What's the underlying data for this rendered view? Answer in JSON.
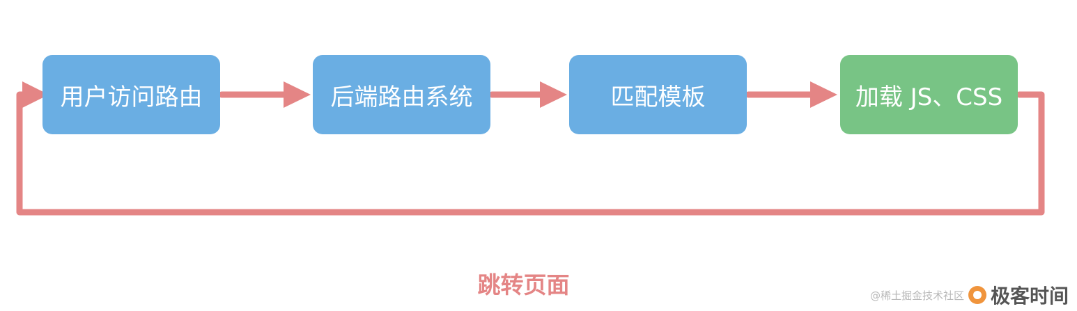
{
  "steps": [
    {
      "label": "用户访问路由",
      "color": "#6aaee3"
    },
    {
      "label": "后端路由系统",
      "color": "#6aaee3"
    },
    {
      "label": "匹配模板",
      "color": "#6aaee3"
    },
    {
      "label": "加载 JS、CSS",
      "color": "#78c485"
    }
  ],
  "loop_label": "跳转页面",
  "colors": {
    "arrow": "#e48585",
    "loop_label": "#e48585",
    "logo": "#f0943c"
  },
  "watermark": {
    "small_text": "@稀土掘金技术社区",
    "brand": "极客时间",
    "logo_icon": "geek-time-logo-icon"
  }
}
